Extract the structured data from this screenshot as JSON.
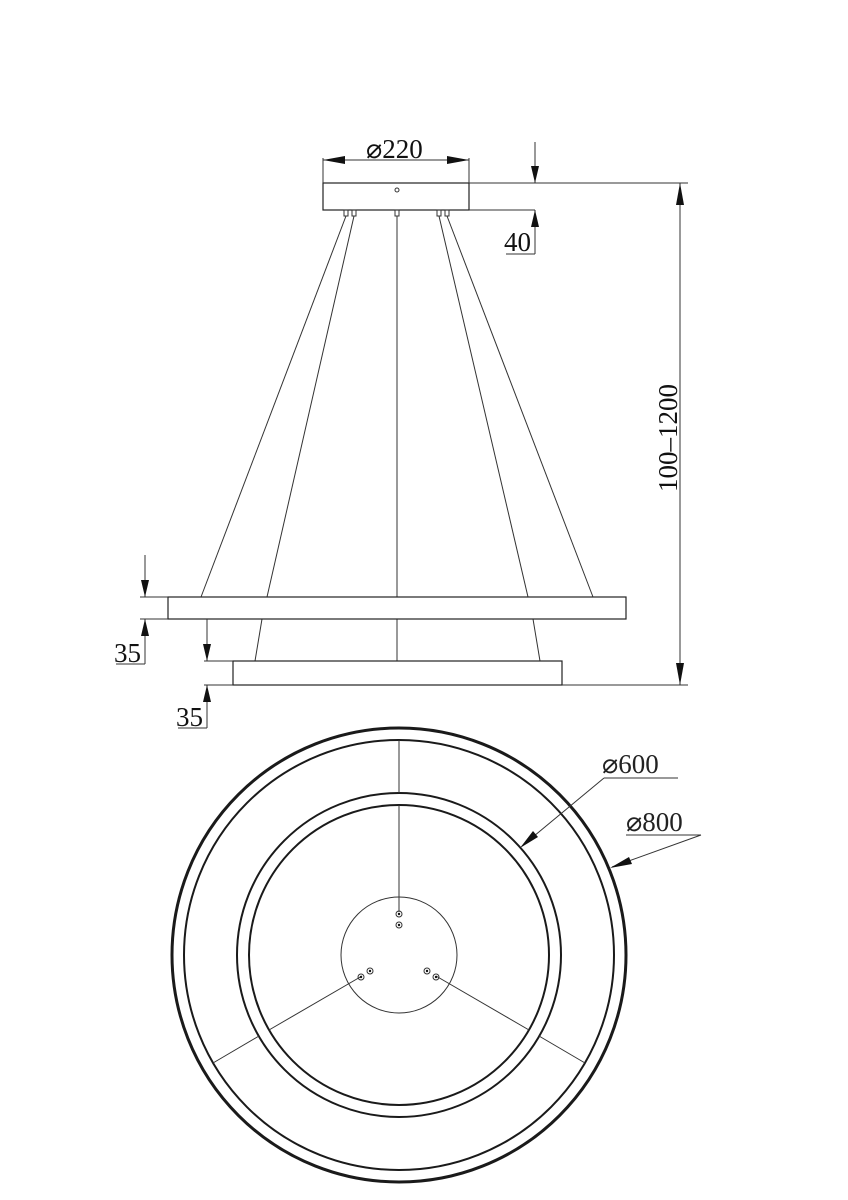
{
  "dimensions": {
    "canopy_diameter": "⌀220",
    "canopy_height": "40",
    "suspension_length": "100–1200",
    "upper_ring_height": "35",
    "lower_ring_height": "35",
    "inner_ring_diameter": "⌀600",
    "outer_ring_diameter": "⌀800"
  }
}
